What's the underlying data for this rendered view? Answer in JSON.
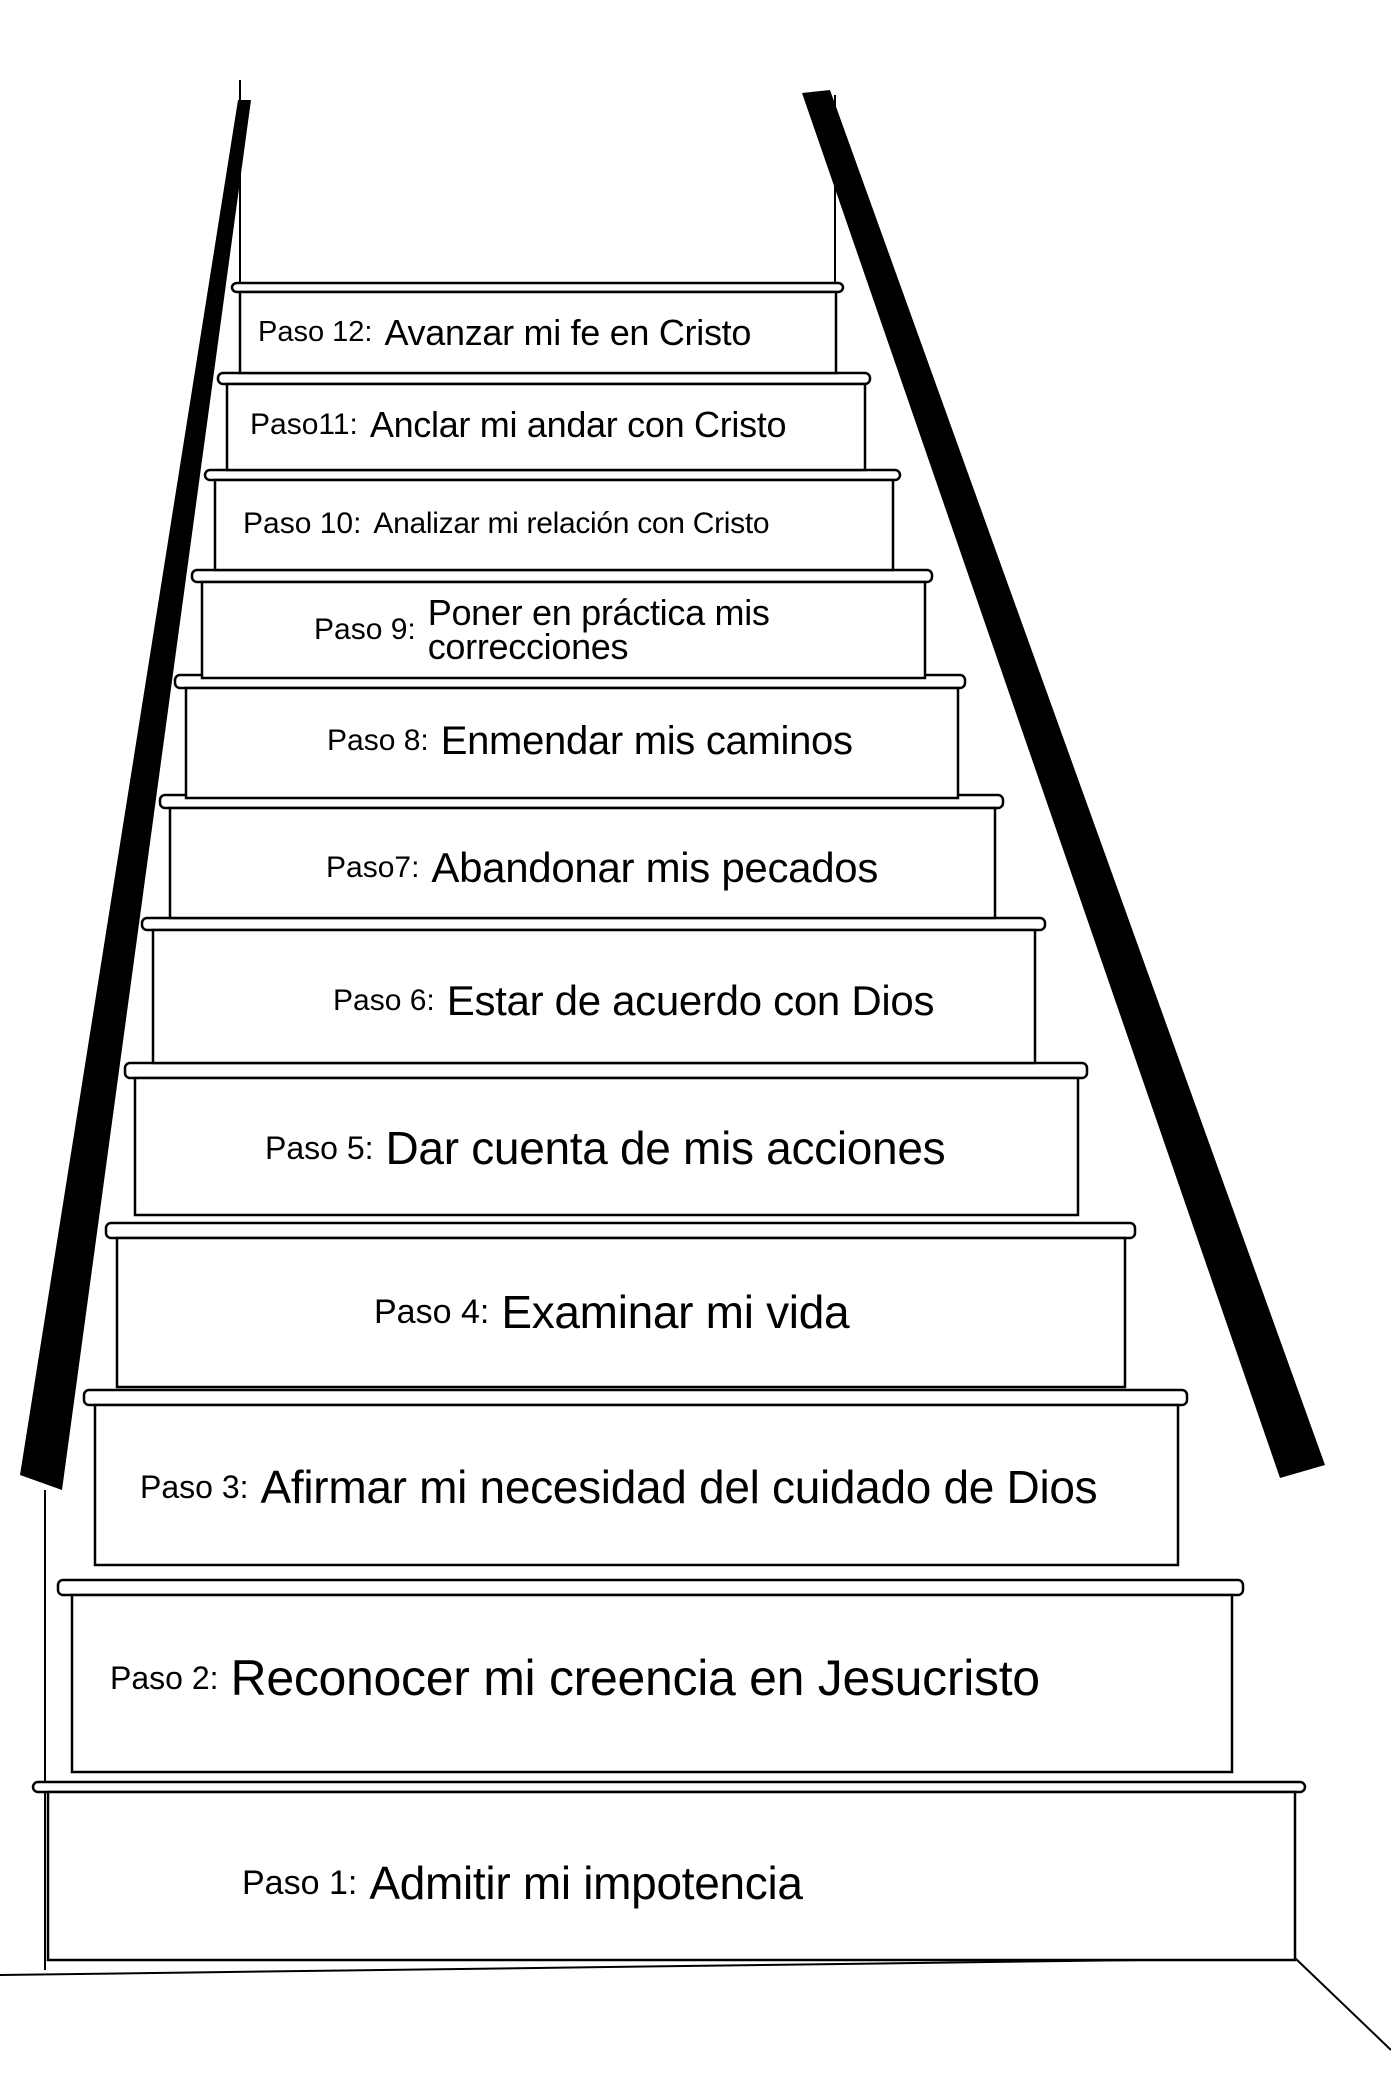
{
  "steps": [
    {
      "paso": "Paso 1:",
      "text": "Admitir mi impotencia"
    },
    {
      "paso": "Paso 2:",
      "text": "Reconocer mi creencia en Jesucristo"
    },
    {
      "paso": "Paso 3:",
      "text": "Afirmar mi necesidad del cuidado de Dios"
    },
    {
      "paso": "Paso 4:",
      "text": "Examinar mi vida"
    },
    {
      "paso": "Paso 5:",
      "text": "Dar cuenta de mis acciones"
    },
    {
      "paso": "Paso 6:",
      "text": "Estar de acuerdo con Dios"
    },
    {
      "paso": "Paso7:",
      "text": "Abandonar mis pecados"
    },
    {
      "paso": "Paso 8:",
      "text": "Enmendar mis caminos"
    },
    {
      "paso": "Paso 9:",
      "text": "Poner en práctica mis\ncorrecciones"
    },
    {
      "paso": "Paso 10:",
      "text": "Analizar mi relación con Cristo"
    },
    {
      "paso": "Paso11:",
      "text": "Anclar mi andar con Cristo"
    },
    {
      "paso": "Paso 12:",
      "text": "Avanzar mi fe en Cristo"
    }
  ]
}
